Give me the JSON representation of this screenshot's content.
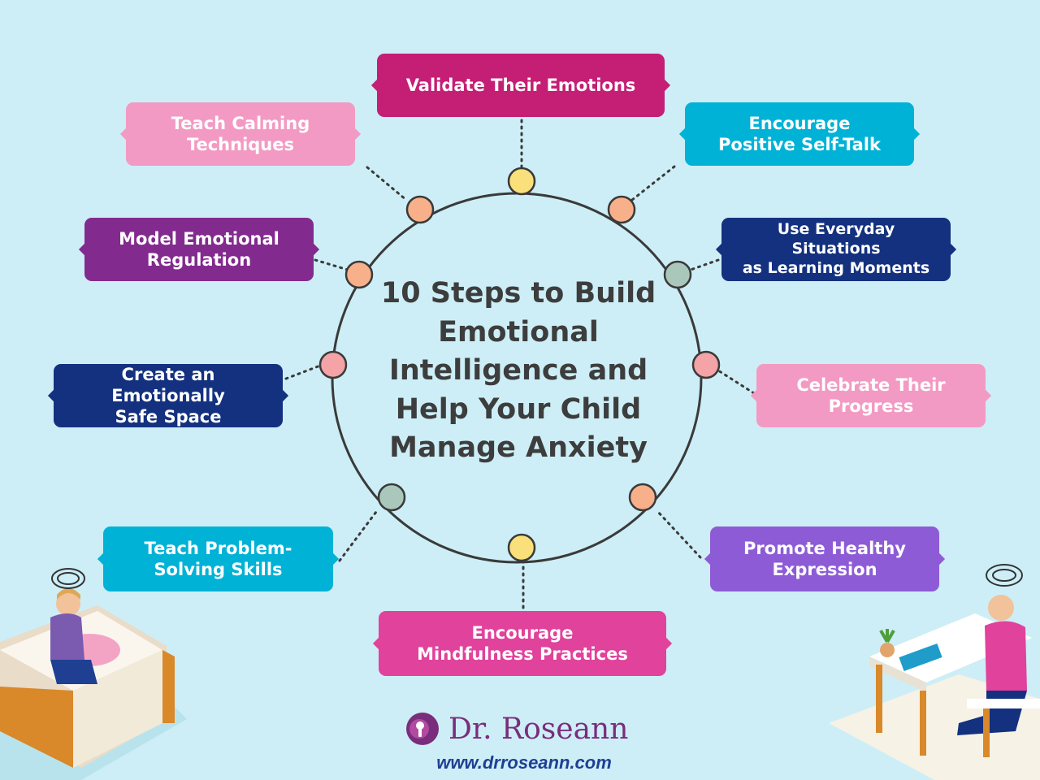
{
  "title": "10 Steps to Build\nEmotional\nIntelligence and\nHelp Your Child\nManage Anxiety",
  "steps": [
    {
      "label": "Validate Their Emotions",
      "color": "#c41e75"
    },
    {
      "label": "Encourage\nPositive Self-Talk",
      "color": "#00b2d6"
    },
    {
      "label": "Use Everyday Situations\nas Learning Moments",
      "color": "#14317f"
    },
    {
      "label": "Celebrate Their\nProgress",
      "color": "#f29ac3"
    },
    {
      "label": "Promote Healthy\nExpression",
      "color": "#8e5bd6"
    },
    {
      "label": "Encourage\nMindfulness Practices",
      "color": "#e0429c"
    },
    {
      "label": "Teach Problem-\nSolving Skills",
      "color": "#00b2d6"
    },
    {
      "label": "Create an Emotionally\nSafe Space",
      "color": "#14317f"
    },
    {
      "label": "Model Emotional\nRegulation",
      "color": "#822a8e"
    },
    {
      "label": "Teach Calming\nTechniques",
      "color": "#f29ac3"
    }
  ],
  "node_colors": [
    "#f9e07a",
    "#f8b08a",
    "#a9c8bb",
    "#f4a3a6",
    "#f8b08a",
    "#f9e07a",
    "#a9c8bb",
    "#f4a3a6",
    "#f8b08a",
    "#f8b08a"
  ],
  "brand": {
    "name": "Dr. Roseann",
    "website": "www.drroseann.com",
    "color": "#7a2d7c"
  }
}
